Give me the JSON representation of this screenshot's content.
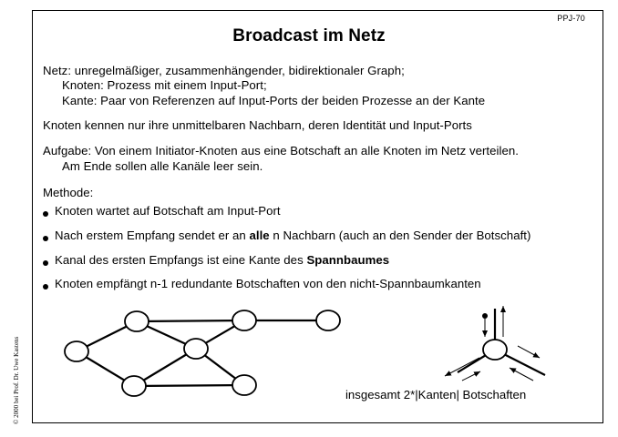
{
  "header": {
    "slide_id": "PPJ-70",
    "title": "Broadcast im Netz"
  },
  "body": {
    "netz_line": "Netz: unregelmäßiger, zusammenhängender, bidirektionaler Graph;",
    "knoten_def": "Knoten: Prozess mit einem Input-Port;",
    "kante_def": "Kante: Paar von Referenzen auf Input-Ports der beiden Prozesse an der Kante",
    "knowledge_line": "Knoten kennen nur ihre unmittelbaren Nachbarn, deren Identität und Input-Ports",
    "aufgabe_line1": "Aufgabe: Von einem Initiator-Knoten aus eine Botschaft an alle Knoten im Netz verteilen.",
    "aufgabe_line2": "Am Ende sollen alle Kanäle leer sein.",
    "methode_label": "Methode:",
    "bullets": [
      {
        "text": "Knoten wartet auf Botschaft am Input-Port"
      },
      {
        "pre": "Nach erstem Empfang sendet er an ",
        "bold": "alle",
        "post": " n Nachbarn (auch an den Sender der Botschaft)"
      },
      {
        "pre": "Kanal des ersten Empfangs ist eine Kante des ",
        "bold": "Spannbaumes",
        "post": ""
      },
      {
        "text": "Knoten empfängt n-1 redundante Botschaften von den nicht-Spannbaumkanten"
      }
    ]
  },
  "figure": {
    "caption": "insgesamt 2*|Kanten| Botschaften"
  },
  "footer": {
    "copyright": "© 2000 bei Prof. Dr. Uwe Kastens"
  }
}
